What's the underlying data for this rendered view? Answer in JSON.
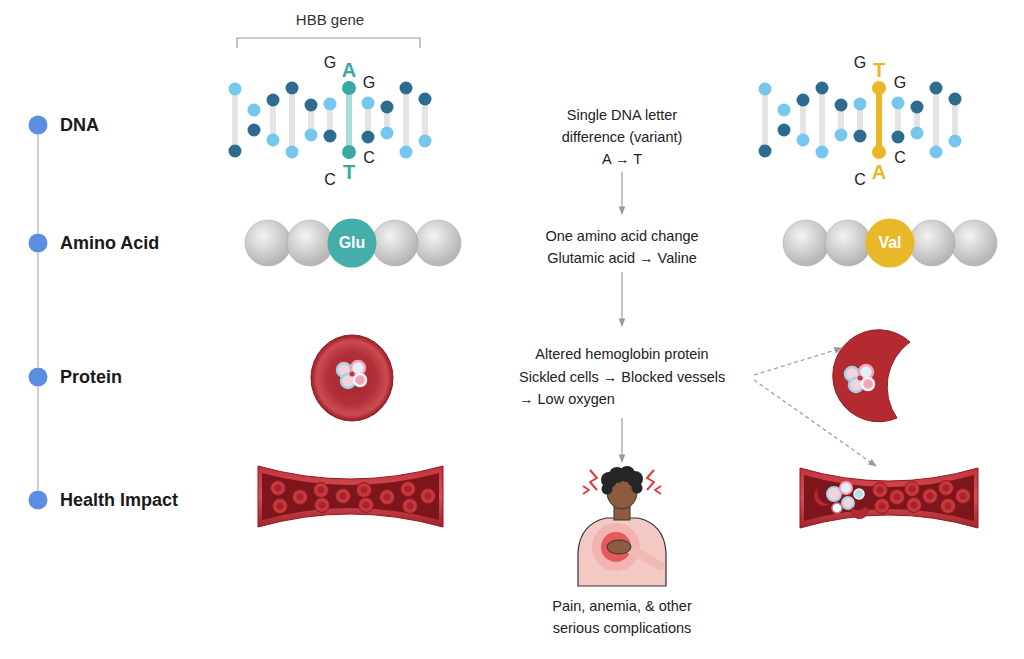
{
  "diagram": {
    "nodes": [
      {
        "text": [
          "DNA"
        ]
      },
      {
        "text": [
          "Amino Acid"
        ]
      },
      {
        "text": [
          "Protein"
        ]
      },
      {
        "text": [
          "Health Impact"
        ]
      },
      {
        "text": [
          "Glu"
        ]
      },
      {
        "text": [
          "Val"
        ]
      }
    ],
    "edges": [
      {
        "from": 0,
        "to": 1,
        "arrow": "none"
      },
      {
        "from": 1,
        "to": 2,
        "arrow": "none"
      },
      {
        "from": 2,
        "to": 3,
        "arrow": "none"
      }
    ],
    "labels": [
      "HBB gene",
      "G",
      "A",
      "G",
      "C",
      "T",
      "C",
      "Single DNA letter difference (variant)",
      "A → T",
      "G",
      "T",
      "G",
      "C",
      "A",
      "C",
      "One amino acid change",
      "Glutamic acid → Valine",
      "Altered hemoglobin protein",
      "Sickled cells → Blocked vessels → Low oxygen",
      "Pain, anemia, & other serious complications"
    ]
  }
}
